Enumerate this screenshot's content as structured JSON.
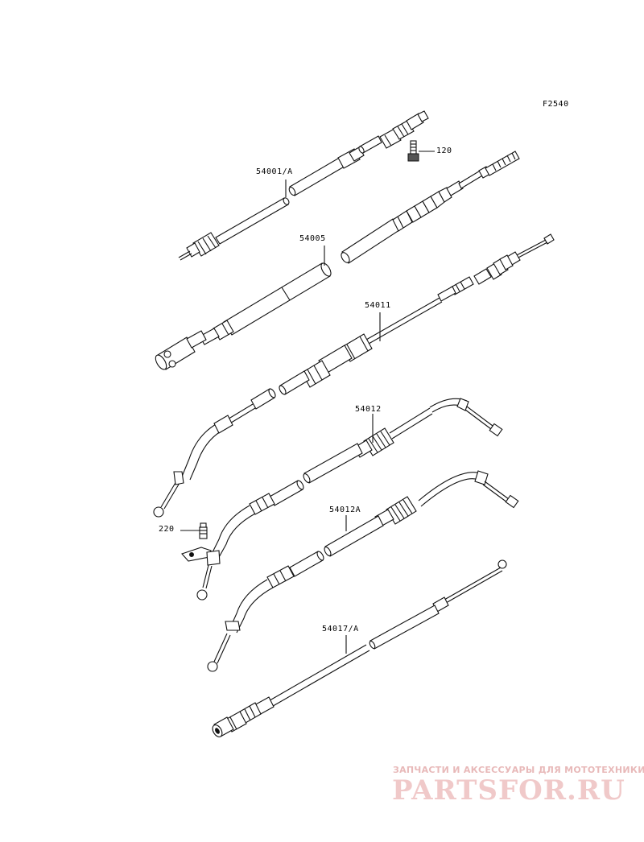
{
  "diagram_code": "F2540",
  "parts": [
    {
      "id": "p1",
      "label": "54001/A"
    },
    {
      "id": "p2",
      "label": "120"
    },
    {
      "id": "p3",
      "label": "54005"
    },
    {
      "id": "p4",
      "label": "54011"
    },
    {
      "id": "p5",
      "label": "54012"
    },
    {
      "id": "p6",
      "label": "220"
    },
    {
      "id": "p7",
      "label": "54012A"
    },
    {
      "id": "p8",
      "label": "54017/A"
    }
  ],
  "watermark": {
    "tagline": "ЗАПЧАСТИ И АКСЕССУАРЫ ДЛЯ МОТОТЕХНИКИ",
    "brand": "PARTSFOR.RU"
  }
}
